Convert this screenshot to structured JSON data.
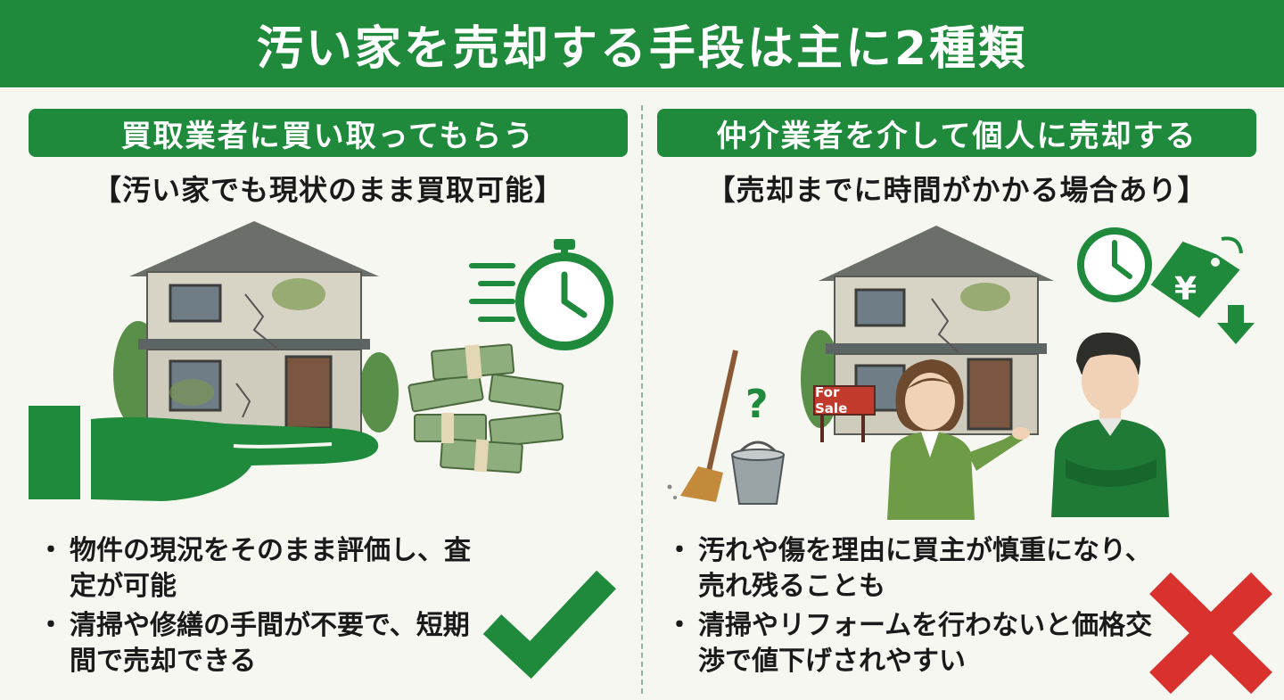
{
  "title": "汚い家を売却する手段は主に2種類",
  "left": {
    "heading": "買取業者に買い取ってもらう",
    "subtitle": "【汚い家でも現状のまま買取可能】",
    "bullets": [
      "物件の現況をそのまま評価し、査定が可能",
      "清掃や修繕の手間が不要で、短期間で売却できる"
    ]
  },
  "right": {
    "heading": "仲介業者を介して個人に売却する",
    "subtitle": "【売却までに時間がかかる場合あり】",
    "bullets": [
      "汚れや傷を理由に買主が慎重になり、売れ残ることも",
      "清掃やリフォームを行わないと価格交渉で値下げされやすい"
    ],
    "sign_text": "For Sale",
    "question_mark": "?"
  },
  "colors": {
    "primary_green": "#1f8a3c",
    "cross_red": "#d9322e",
    "background": "#f7f7f2"
  },
  "icons": [
    "house-icon",
    "hand-icon",
    "stopwatch-icon",
    "money-stack-icon",
    "check-icon",
    "broom-icon",
    "bucket-icon",
    "clock-icon",
    "price-tag-icon",
    "woman-icon",
    "man-icon",
    "cross-icon"
  ]
}
